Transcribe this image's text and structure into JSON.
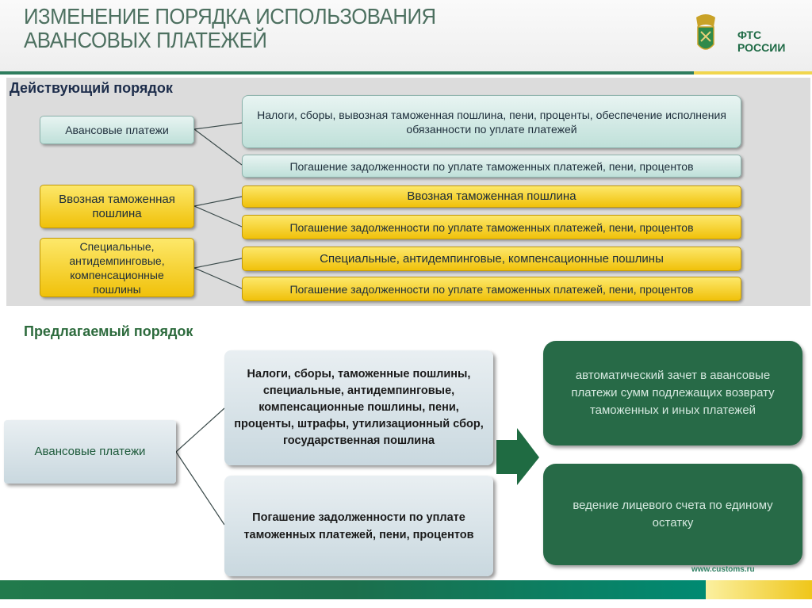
{
  "header": {
    "title_line1": "ИЗМЕНЕНИЕ ПОРЯДКА ИСПОЛЬЗОВАНИЯ",
    "title_line2": "АВАНСОВЫХ ПЛАТЕЖЕЙ",
    "logo_line1": "ФТС",
    "logo_line2": "РОССИИ"
  },
  "current": {
    "title": "Действующий порядок",
    "groups": [
      {
        "source": "Авансовые платежи",
        "targets": [
          "Налоги, сборы, вывозная таможенная пошлина, пени, проценты, обеспечение исполнения обязанности по уплате платежей",
          "Погашение задолженности по уплате таможенных платежей, пени, процентов"
        ]
      },
      {
        "source": "Ввозная таможенная пошлина",
        "targets": [
          "Ввозная таможенная пошлина",
          "Погашение задолженности по уплате таможенных платежей, пени, процентов"
        ]
      },
      {
        "source": "Специальные, антидемпинговые, компенсационные пошлины",
        "targets": [
          "Специальные, антидемпинговые, компенсационные пошлины",
          "Погашение задолженности по уплате таможенных платежей, пени, процентов"
        ]
      }
    ]
  },
  "proposed": {
    "title": "Предлагаемый порядок",
    "source": "Авансовые платежи",
    "targets": [
      "Налоги, сборы, таможенные пошлины, специальные, антидемпинговые, компенсационные пошлины, пени, проценты, штрафы, утилизационный сбор, государственная пошлина",
      "Погашение задолженности по уплате таможенных платежей, пени, процентов"
    ],
    "results": [
      "автоматический зачет в авансовые платежи сумм подлежащих возврату таможенных и иных платежей",
      "ведение  лицевого счета по единому остатку"
    ]
  },
  "footer": {
    "url": "www.customs.ru"
  }
}
